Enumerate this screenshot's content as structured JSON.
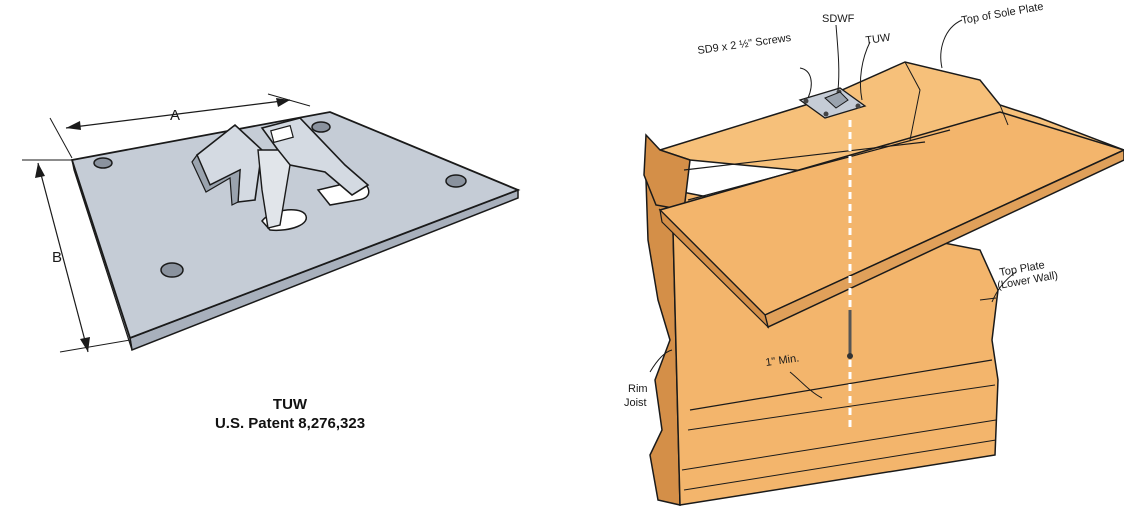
{
  "product": {
    "name": "TUW",
    "patent": "U.S. Patent 8,276,323"
  },
  "plate_dims": {
    "a": "A",
    "b": "B"
  },
  "callouts": {
    "screws": "SD9 x 2 ½\" Screws",
    "sdwf": "SDWF",
    "tuw": "TUW",
    "top_sole_plate": "Top of Sole Plate",
    "top_plate_1": "Top Plate",
    "top_plate_2": "(Lower Wall)",
    "rim_1": "Rim",
    "rim_2": "Joist",
    "min": "1\" Min."
  },
  "colors": {
    "plate": "#c5ccd6",
    "wood": "#f3b56c",
    "wood_dark": "#d48f48",
    "outline": "#1a1a1a"
  }
}
